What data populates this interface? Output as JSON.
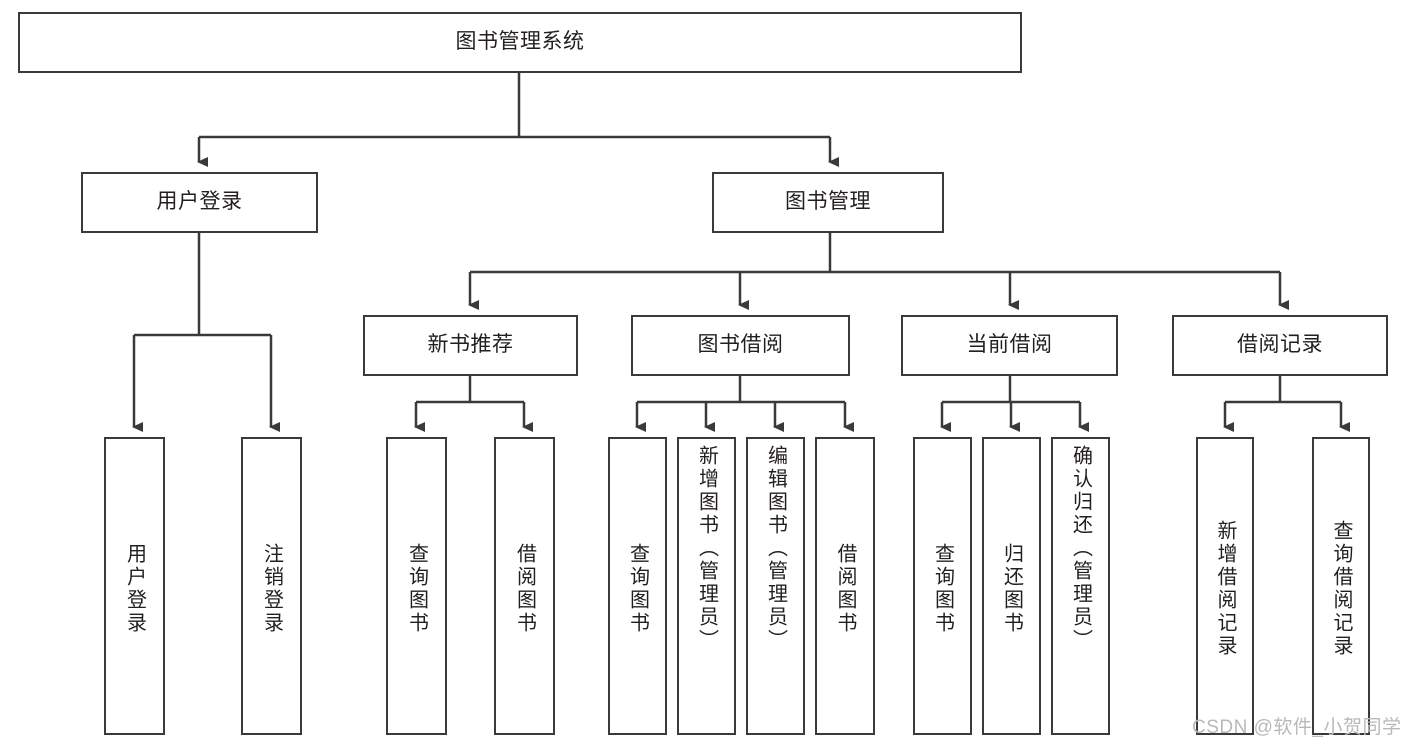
{
  "diagram": {
    "title": "图书管理系统",
    "type": "hierarchy-tree",
    "stroke_color": "#3a3a3a",
    "text_color": "#231f20",
    "background": "#ffffff",
    "root": {
      "id": "root",
      "label": "图书管理系统",
      "level": 0
    },
    "level1": [
      {
        "id": "user-login",
        "label": "用户登录"
      },
      {
        "id": "book-manage",
        "label": "图书管理"
      }
    ],
    "level2": [
      {
        "id": "new-book-recommend",
        "label": "新书推荐",
        "parent": "book-manage"
      },
      {
        "id": "book-borrow",
        "label": "图书借阅",
        "parent": "book-manage"
      },
      {
        "id": "current-borrow",
        "label": "当前借阅",
        "parent": "book-manage"
      },
      {
        "id": "borrow-record",
        "label": "借阅记录",
        "parent": "book-manage"
      }
    ],
    "leaves": [
      {
        "id": "leaf-user-login",
        "label": "用户登录",
        "parent": "user-login"
      },
      {
        "id": "leaf-logout",
        "label": "注销登录",
        "parent": "user-login"
      },
      {
        "id": "leaf-query-book-1",
        "label": "查询图书",
        "parent": "new-book-recommend"
      },
      {
        "id": "leaf-borrow-book-1",
        "label": "借阅图书",
        "parent": "new-book-recommend"
      },
      {
        "id": "leaf-query-book-2",
        "label": "查询图书",
        "parent": "book-borrow"
      },
      {
        "id": "leaf-add-book",
        "label": "新增图书（管理员）",
        "parent": "book-borrow"
      },
      {
        "id": "leaf-edit-book",
        "label": "编辑图书（管理员）",
        "parent": "book-borrow"
      },
      {
        "id": "leaf-borrow-book-2",
        "label": "借阅图书",
        "parent": "book-borrow"
      },
      {
        "id": "leaf-query-book-3",
        "label": "查询图书",
        "parent": "current-borrow"
      },
      {
        "id": "leaf-return-book",
        "label": "归还图书",
        "parent": "current-borrow"
      },
      {
        "id": "leaf-confirm-return",
        "label": "确认归还（管理员）",
        "parent": "current-borrow"
      },
      {
        "id": "leaf-add-record",
        "label": "新增借阅记录",
        "parent": "borrow-record"
      },
      {
        "id": "leaf-query-record",
        "label": "查询借阅记录",
        "parent": "borrow-record"
      }
    ]
  },
  "watermark": {
    "text": "CSDN @软件_小贺同学"
  }
}
